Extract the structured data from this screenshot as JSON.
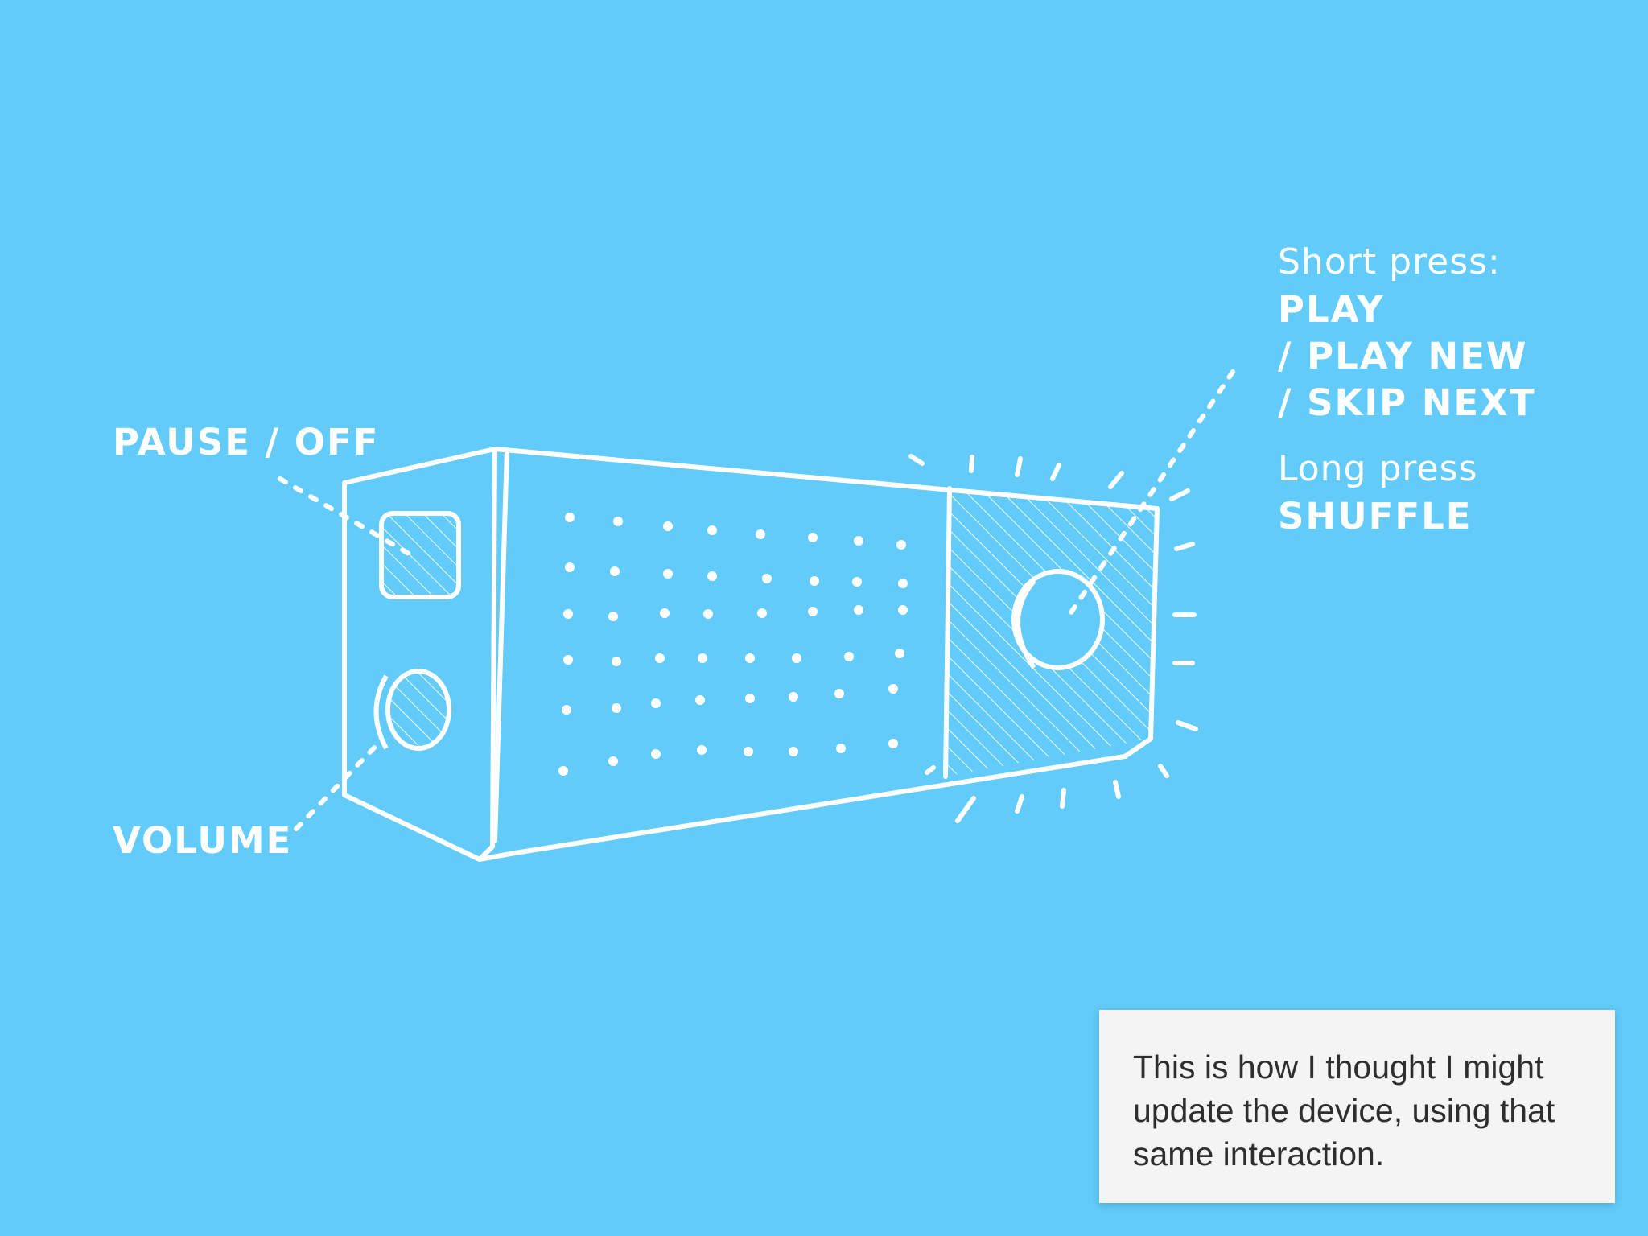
{
  "colors": {
    "background": "#62cbf9",
    "sketch_stroke": "#ffffff",
    "note_background": "#f4f4f4",
    "note_text": "#2e2e2e"
  },
  "labels": {
    "pause_off": "PAUSE / OFF",
    "volume": "VOLUME",
    "short_press": "Short press:",
    "play": "PLAY",
    "play_new": "/ PLAY NEW",
    "skip_next": "/ SKIP NEXT",
    "long_press": "Long press",
    "shuffle": "SHUFFLE"
  },
  "note": {
    "text": "This is how I thought I might update the device, using that same interaction."
  }
}
